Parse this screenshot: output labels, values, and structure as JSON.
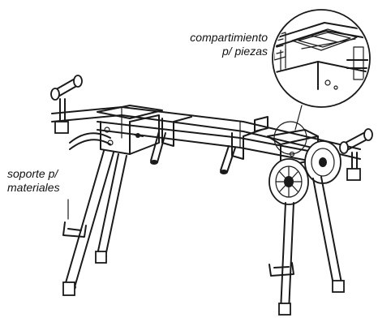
{
  "callouts": {
    "parts_compartment": {
      "line1": "compartimiento",
      "line2": "p/ piezas"
    },
    "material_support": {
      "line1": "soporte p/",
      "line2": "materiales"
    }
  },
  "colors": {
    "ink": "#1a1a1a",
    "background": "#ffffff"
  }
}
